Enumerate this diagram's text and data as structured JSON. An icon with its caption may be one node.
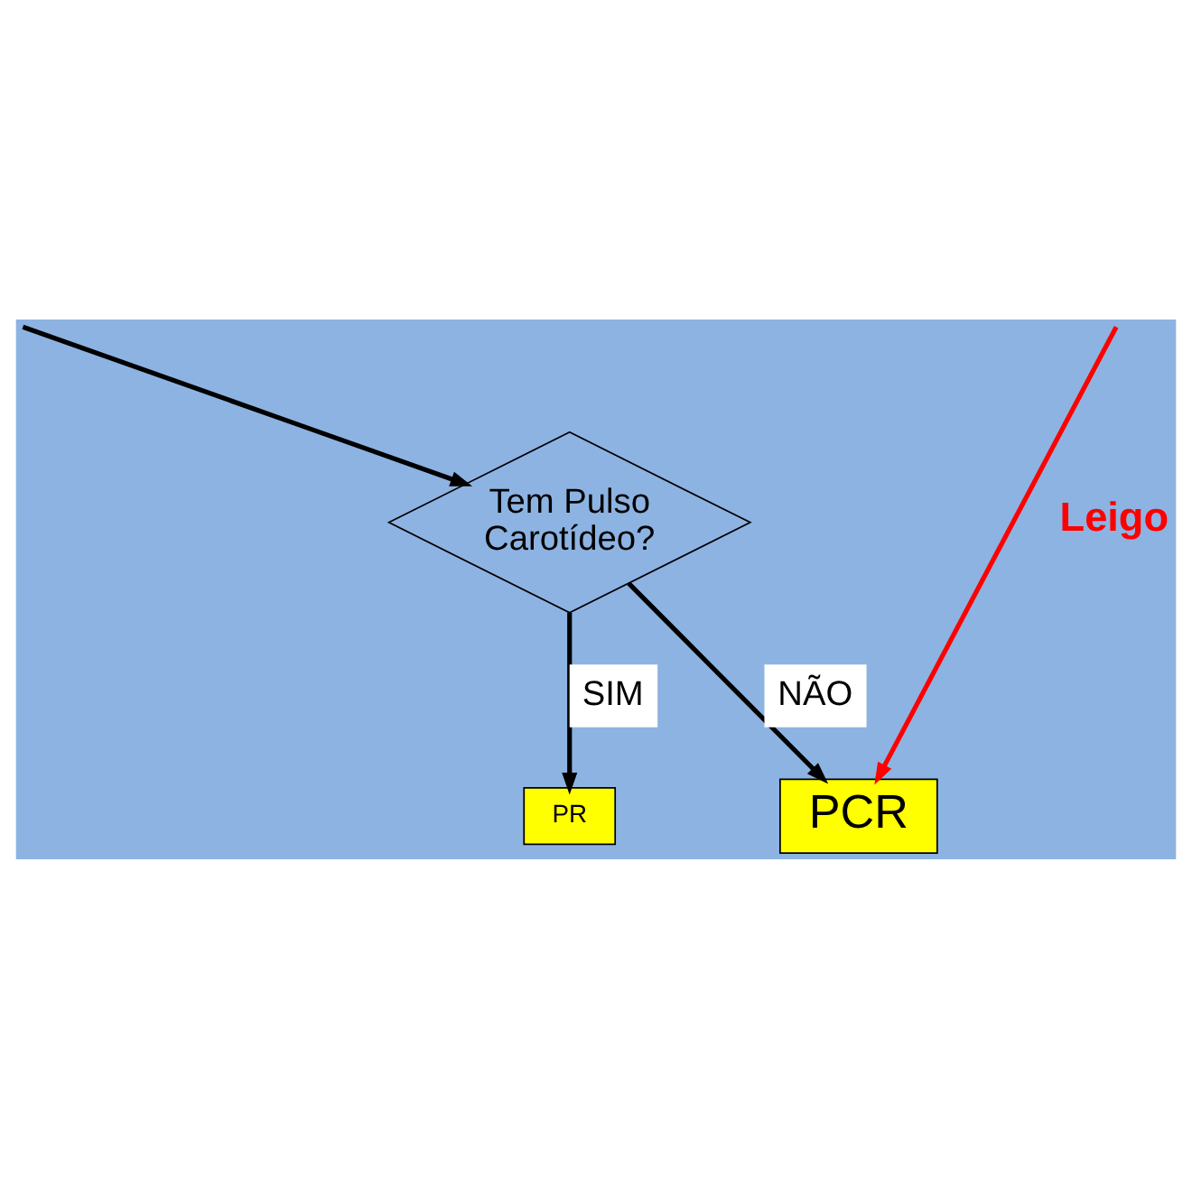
{
  "diagram": {
    "nodes": [
      {
        "text": [
          "Tem Pulso Carotídeo?"
        ]
      },
      {
        "text": [
          "PR"
        ]
      },
      {
        "text": [
          "PCR"
        ]
      }
    ],
    "edges": [
      {
        "from": null,
        "to": 0,
        "arrow": "to"
      },
      {
        "from": 0,
        "to": 1,
        "arrow": "to",
        "label": "SIM"
      },
      {
        "from": 0,
        "to": 2,
        "arrow": "to",
        "label": "NÃO"
      },
      {
        "from": null,
        "to": 2,
        "arrow": "to",
        "label": "Leigo",
        "color": "#ff0000"
      }
    ]
  }
}
